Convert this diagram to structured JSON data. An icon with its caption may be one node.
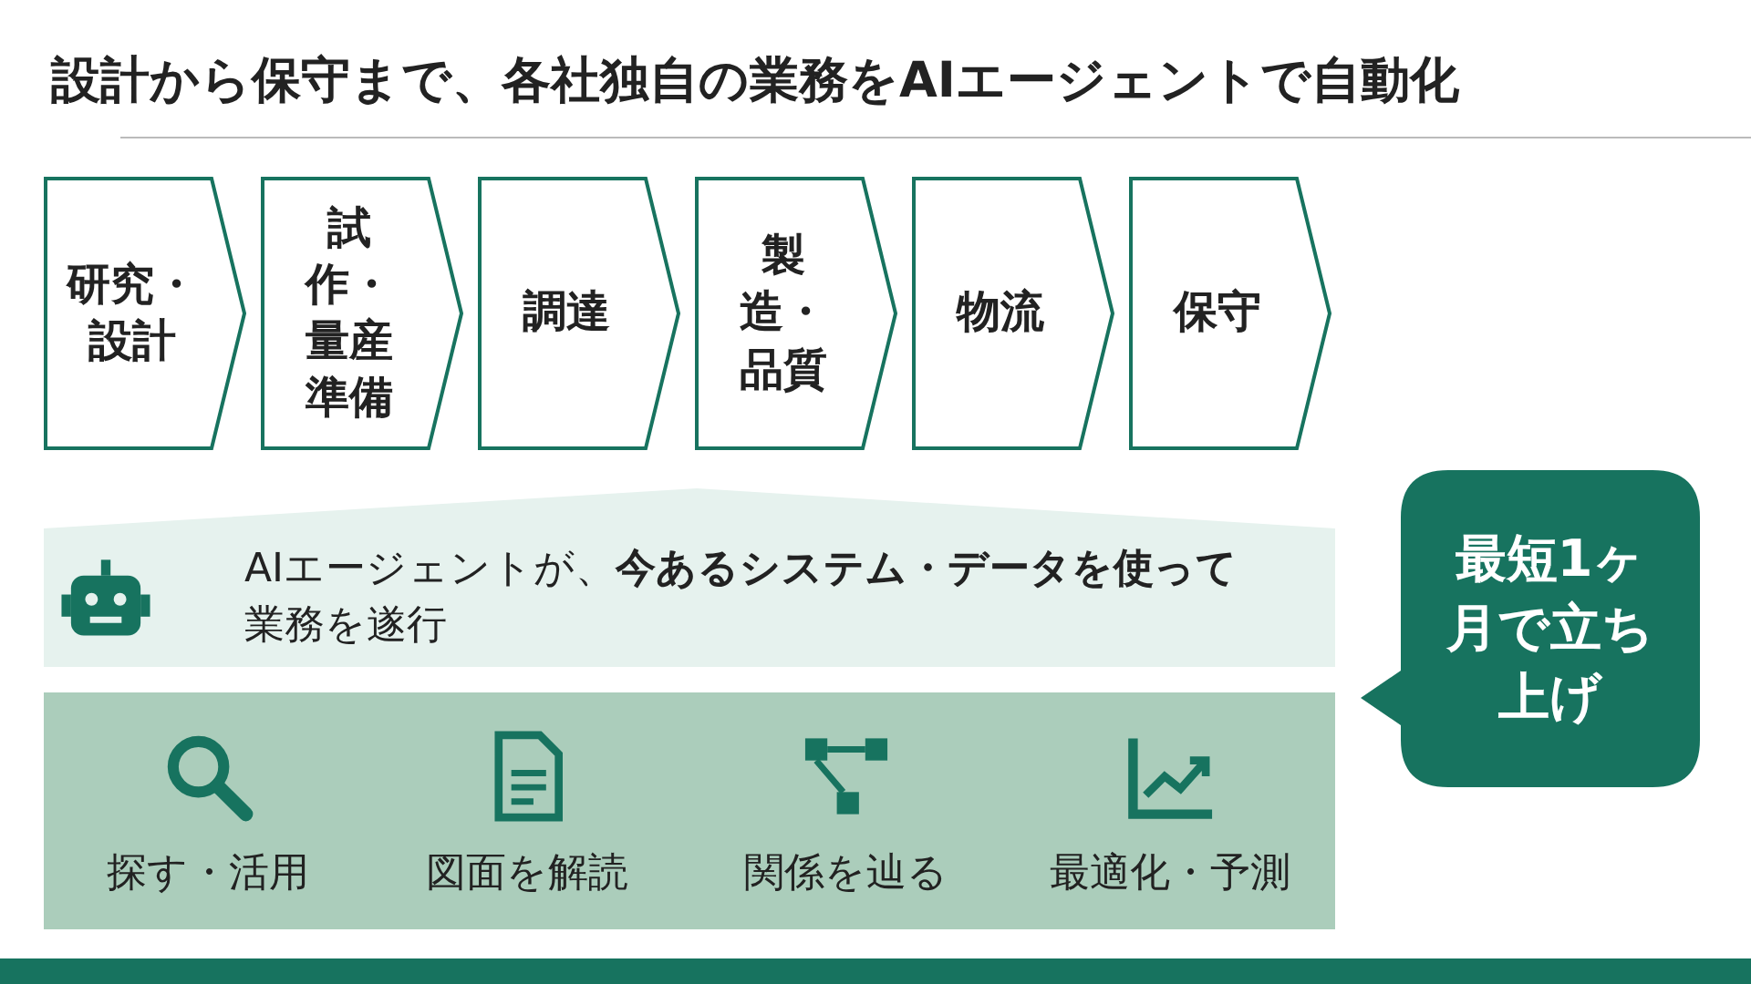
{
  "diagram": {
    "title": "設計から保守まで、各社独自の業務をAIエージェントで自動化",
    "nodes": [
      {
        "text": [
          "研究・設計"
        ]
      },
      {
        "text": [
          "試作・量産準備"
        ]
      },
      {
        "text": [
          "調達"
        ]
      },
      {
        "text": [
          "製造・品質"
        ]
      },
      {
        "text": [
          "物流"
        ]
      },
      {
        "text": [
          "保守"
        ]
      },
      {
        "text": [
          "AIエージェントが、**今あるシステム・データを使って**業務を遂行"
        ]
      },
      {
        "text": [],
        "shape": "box"
      },
      {
        "text": [
          "探す・活用"
        ],
        "in": 7
      },
      {
        "text": [
          "図面を解読"
        ],
        "in": 7
      },
      {
        "text": [
          "関係を辿る"
        ],
        "in": 7
      },
      {
        "text": [
          "最適化・予測"
        ],
        "in": 7
      },
      {
        "text": [
          "最短1ヶ月で立ち上げ"
        ]
      }
    ]
  }
}
